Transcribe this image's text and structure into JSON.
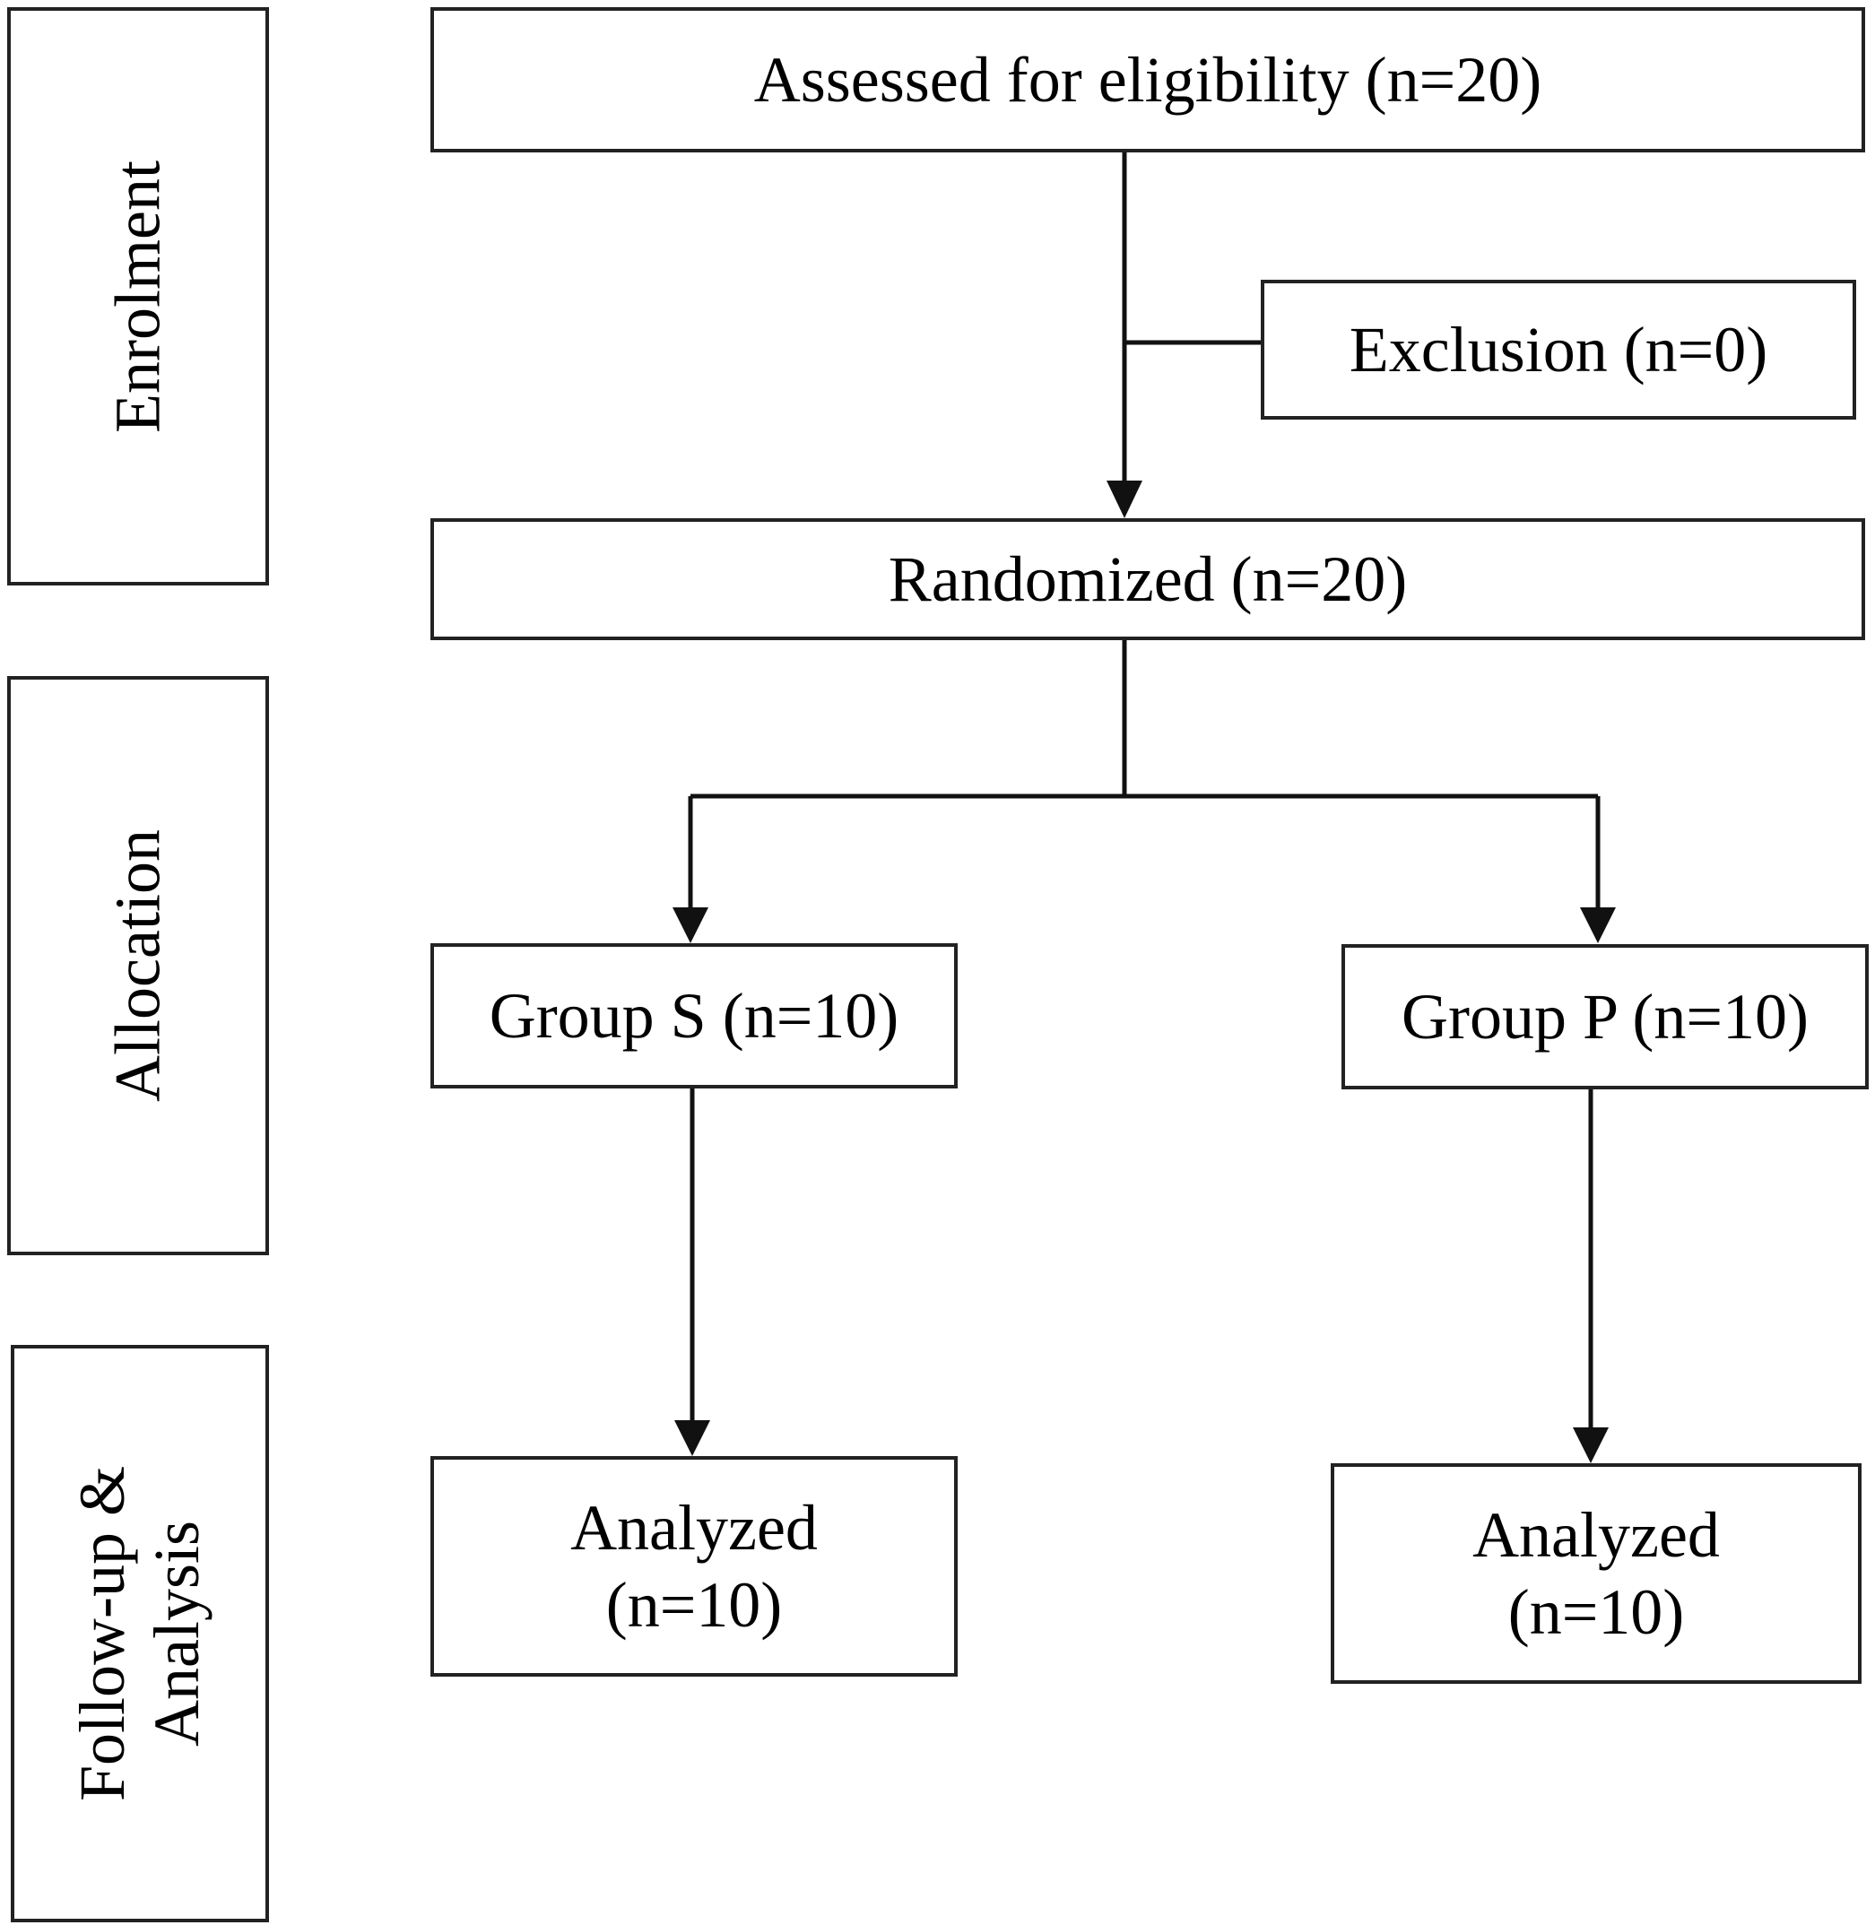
{
  "stages": {
    "enrolment": "Enrolment",
    "allocation": "Allocation",
    "followup_line1": "Follow-up &",
    "followup_line2": "Analysis"
  },
  "boxes": {
    "assessed": "Assessed for eligibility (n=20)",
    "exclusion": "Exclusion (n=0)",
    "randomized": "Randomized (n=20)",
    "group_s": "Group S (n=10)",
    "group_p": "Group P (n=10)",
    "analyzed_s_line1": "Analyzed",
    "analyzed_s_line2": "(n=10)",
    "analyzed_p_line1": "Analyzed",
    "analyzed_p_line2": "(n=10)"
  }
}
